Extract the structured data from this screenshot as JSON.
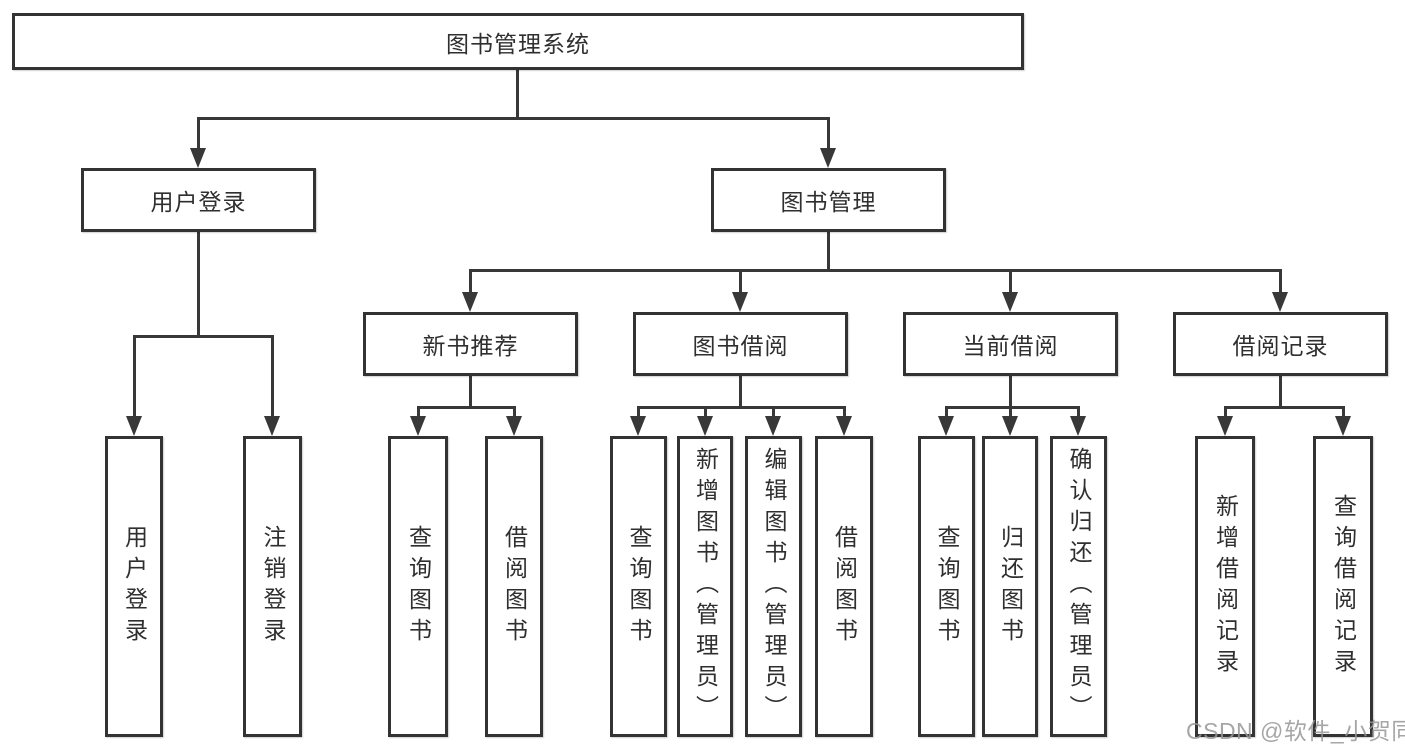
{
  "diagram_title": "图书管理系统",
  "colors": {
    "line": "#383838",
    "box_border": "#333333",
    "box_background": "#ffffff",
    "text": "#2f2f2f",
    "watermark": "#969698"
  },
  "watermark": {
    "text": "CSDN @软件_小贺同学"
  },
  "tree": {
    "label": "图书管理系统",
    "children": [
      {
        "label": "用户登录",
        "children": [
          {
            "label": "用户登录"
          },
          {
            "label": "注销登录"
          }
        ]
      },
      {
        "label": "图书管理",
        "children": [
          {
            "label": "新书推荐",
            "children": [
              {
                "label": "查询图书"
              },
              {
                "label": "借阅图书"
              }
            ]
          },
          {
            "label": "图书借阅",
            "children": [
              {
                "label": "查询图书"
              },
              {
                "label": "新增图书（管理员）"
              },
              {
                "label": "编辑图书（管理员）"
              },
              {
                "label": "借阅图书"
              }
            ]
          },
          {
            "label": "当前借阅",
            "children": [
              {
                "label": "查询图书"
              },
              {
                "label": "归还图书"
              },
              {
                "label": "确认归还（管理员）"
              }
            ]
          },
          {
            "label": "借阅记录",
            "children": [
              {
                "label": "新增借阅记录"
              },
              {
                "label": "查询借阅记录"
              }
            ]
          }
        ]
      }
    ]
  }
}
